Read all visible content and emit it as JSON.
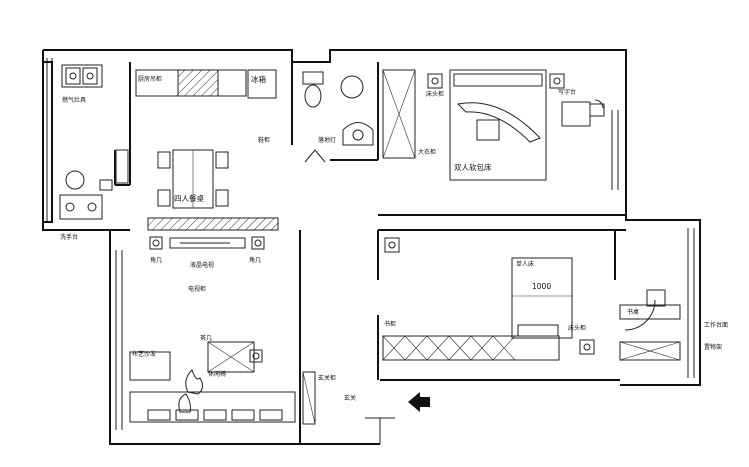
{
  "labels": {
    "cabinet": "厨房吊柜",
    "fridge": "冰箱",
    "stove_label": "燃气灶具",
    "shoe": "鞋柜",
    "washbasin": "洗手台",
    "dining": "四人餐桌",
    "tv_cab": "电视柜",
    "side_l": "角几",
    "side_r": "角几",
    "tv": "液晶电视",
    "sofa": "布艺沙发",
    "chair": "休闲椅",
    "tea": "茶几",
    "lamp": "落地灯",
    "wardrobe": "大衣柜",
    "double_bed": "双人软包床",
    "desk": "写字台",
    "nightstand": "床头柜",
    "single_bed": "单人床",
    "size_1000": "1000",
    "desk2": "书桌",
    "bookcase": "书柜",
    "nightstand2": "床头柜",
    "workbench": "工作台面",
    "storage": "置物架",
    "entry": "玄关",
    "partition": "玄关柜"
  }
}
